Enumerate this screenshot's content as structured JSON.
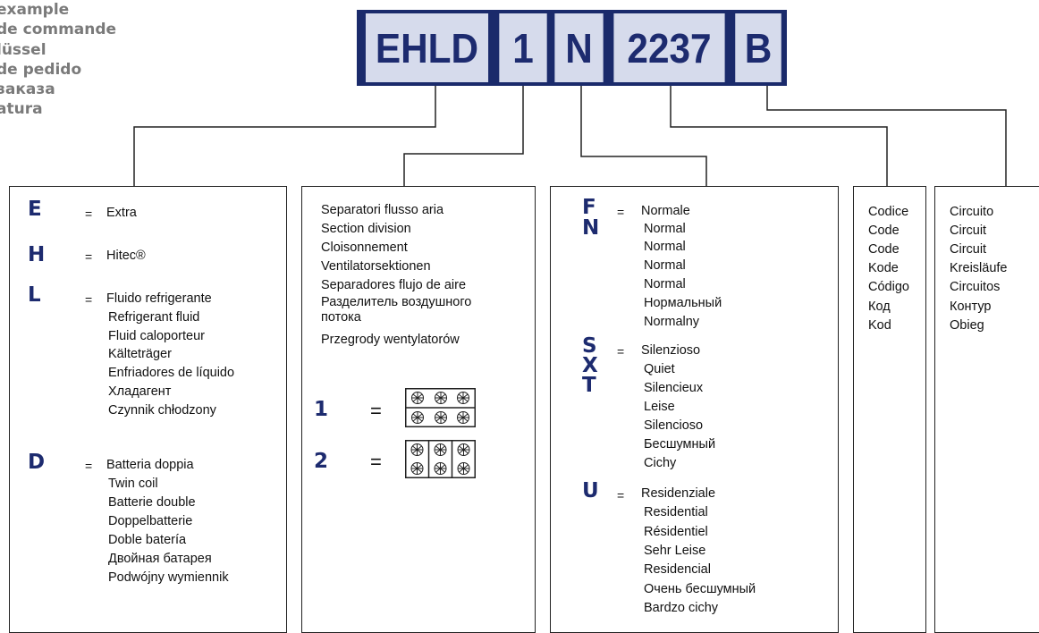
{
  "heading_lines": [
    "example",
    "de commande",
    "lüssel",
    "de pedido",
    "заказа",
    "atura"
  ],
  "code_segments": [
    "EHLD",
    "1",
    "N",
    "2237",
    "B"
  ],
  "series_section": {
    "entries": [
      {
        "letter": "E",
        "eq": "=",
        "lines": [
          "Extra"
        ]
      },
      {
        "letter": "H",
        "eq": "=",
        "lines": [
          "Hitec®"
        ]
      },
      {
        "letter": "L",
        "eq": "=",
        "lines": [
          "Fluido refrigerante",
          "Refrigerant fluid",
          "Fluid caloporteur",
          "Kälteträger",
          "Enfriadores de líquido",
          "Хладагент",
          "Czynnik chłodzony"
        ]
      },
      {
        "letter": "D",
        "eq": "=",
        "lines": [
          "Batteria doppia",
          "Twin coil",
          "Batterie double",
          "Doppelbatterie",
          "Doble batería",
          "Двойная батарея",
          "Podwójny wymiennik"
        ]
      }
    ]
  },
  "section_division": {
    "lines": [
      "Separatori flusso aria",
      "Section division",
      "Cloisonnement",
      "Ventilatorsektionen",
      "Separadores flujo de aire",
      "Разделитель воздушного",
      "потока",
      "Przegrody wentylatorów"
    ],
    "options": [
      {
        "number": "1",
        "eq": "="
      },
      {
        "number": "2",
        "eq": "="
      }
    ]
  },
  "noise_section": {
    "groups": [
      {
        "letters": [
          "F",
          "N"
        ],
        "eq": "=",
        "lines": [
          "Normale",
          "Normal",
          "Normal",
          "Normal",
          "Normal",
          "Нормальный",
          "Normalny"
        ]
      },
      {
        "letters": [
          "S",
          "X",
          "T"
        ],
        "eq": "=",
        "lines": [
          "Silenzioso",
          "Quiet",
          "Silencieux",
          "Leise",
          "Silencioso",
          "Бесшумный",
          "Cichy"
        ]
      },
      {
        "letters": [
          "U"
        ],
        "eq": "=",
        "lines": [
          "Residenziale",
          "Residential",
          "Résidentiel",
          "Sehr Leise",
          "Residencial",
          "Очень бесшумный",
          "Bardzo cichy"
        ]
      }
    ]
  },
  "code_column": {
    "lines": [
      "Codice",
      "Code",
      "Code",
      "Kode",
      "Código",
      "Код",
      "Kod"
    ]
  },
  "circuit_column": {
    "lines": [
      "Circuito",
      "Circuit",
      "Circuit",
      "Kreisläufe",
      "Circuitos",
      "Контур",
      "Obieg"
    ]
  },
  "colors": {
    "navy": "#1d2b6f",
    "cell_fill": "#d6dbec",
    "heading_gray": "#7a7a7a"
  }
}
